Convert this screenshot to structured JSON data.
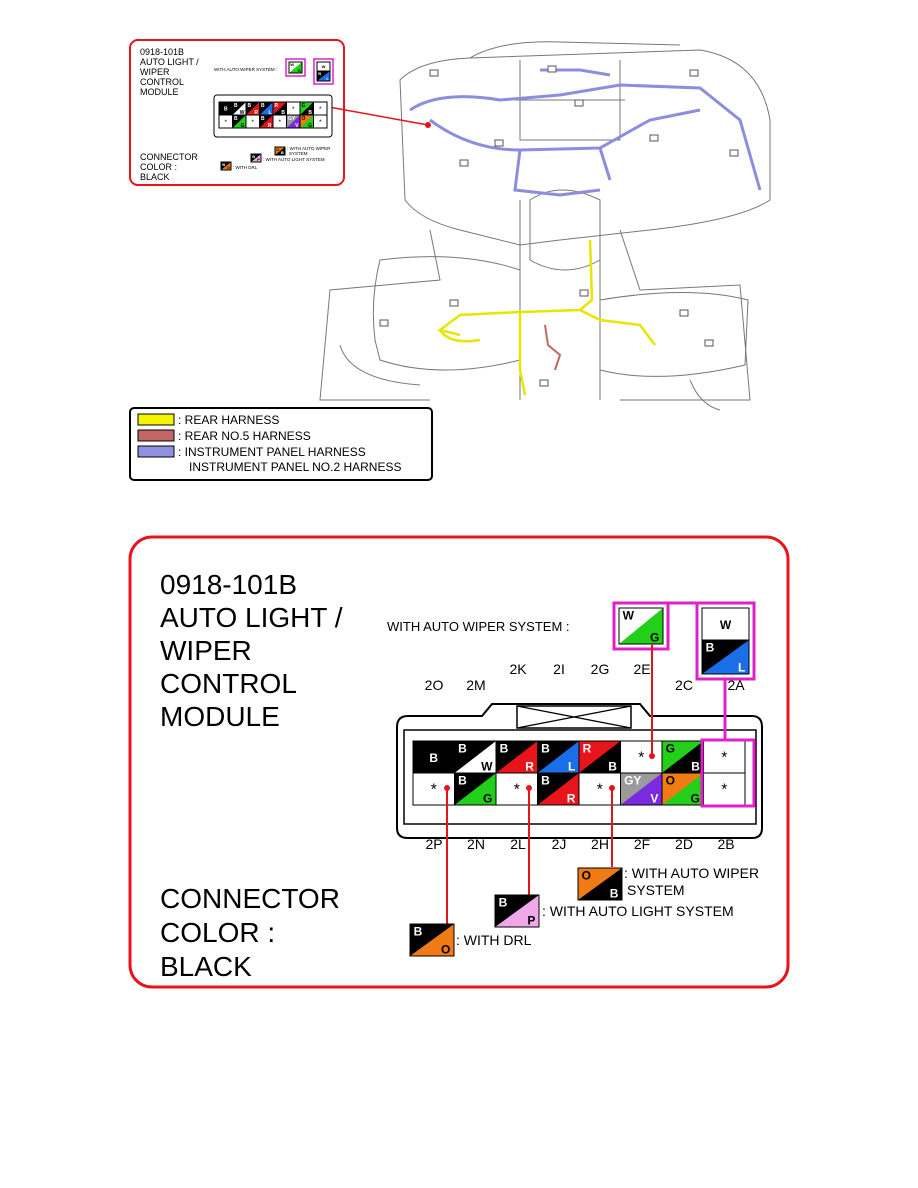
{
  "connector": {
    "id": "0918-101B",
    "title_lines": [
      "0918-101B",
      "AUTO LIGHT /",
      "WIPER",
      "CONTROL",
      "MODULE"
    ],
    "color_lines": [
      "CONNECTOR",
      "COLOR :",
      "BLACK"
    ],
    "top_labels": [
      "2O",
      "2M",
      "2K",
      "2I",
      "2G",
      "2E",
      "2C",
      "2A"
    ],
    "bottom_labels": [
      "2P",
      "2N",
      "2L",
      "2J",
      "2H",
      "2F",
      "2D",
      "2B"
    ],
    "asterisk": "*",
    "notes": {
      "auto_wiper_top": "WITH AUTO WIPER SYSTEM :",
      "auto_wiper_line1": ": WITH AUTO WIPER",
      "auto_wiper_line2": "SYSTEM",
      "auto_light": ": WITH AUTO LIGHT SYSTEM",
      "drl": ": WITH DRL"
    }
  },
  "wire_colors": {
    "B": "#000000",
    "W": "#ffffff",
    "R": "#e8141c",
    "L": "#1a6fe8",
    "G": "#22d01a",
    "GY": "#9a9a9a",
    "V": "#7a2be0",
    "O": "#f07a14",
    "P": "#f0a8e8"
  },
  "pins": [
    {
      "pin": "2O",
      "code": "B"
    },
    {
      "pin": "2M",
      "code": "B/W"
    },
    {
      "pin": "2K",
      "code": "B/R"
    },
    {
      "pin": "2I",
      "code": "B/L"
    },
    {
      "pin": "2G",
      "code": "R/B"
    },
    {
      "pin": "2E",
      "code": "*"
    },
    {
      "pin": "2C",
      "code": "G/B"
    },
    {
      "pin": "2A",
      "code": "*"
    },
    {
      "pin": "2P",
      "code": "*"
    },
    {
      "pin": "2N",
      "code": "B/G"
    },
    {
      "pin": "2L",
      "code": "*"
    },
    {
      "pin": "2J",
      "code": "B/R"
    },
    {
      "pin": "2H",
      "code": "*"
    },
    {
      "pin": "2F",
      "code": "GY/V"
    },
    {
      "pin": "2D",
      "code": "O/G"
    },
    {
      "pin": "2B",
      "code": "*"
    }
  ],
  "option_swatches": [
    {
      "id": "auto-wiper-wg",
      "code": "W/G"
    },
    {
      "id": "auto-wiper-w-bl",
      "codes": [
        "W",
        "B/L"
      ]
    },
    {
      "id": "auto-wiper-ob",
      "code": "O/B"
    },
    {
      "id": "auto-light-bp",
      "code": "B/P"
    },
    {
      "id": "drl-bo",
      "code": "B/O"
    }
  ],
  "legend": [
    {
      "color": "#f4f400",
      "label": ": REAR HARNESS"
    },
    {
      "color": "#c46666",
      "label": ": REAR NO.5 HARNESS"
    },
    {
      "color": "#9090e0",
      "label": ": INSTRUMENT PANEL HARNESS",
      "label2": "INSTRUMENT PANEL NO.2 HARNESS"
    }
  ],
  "accent": {
    "frame": "#e8141c",
    "highlight": "#e020c8"
  }
}
